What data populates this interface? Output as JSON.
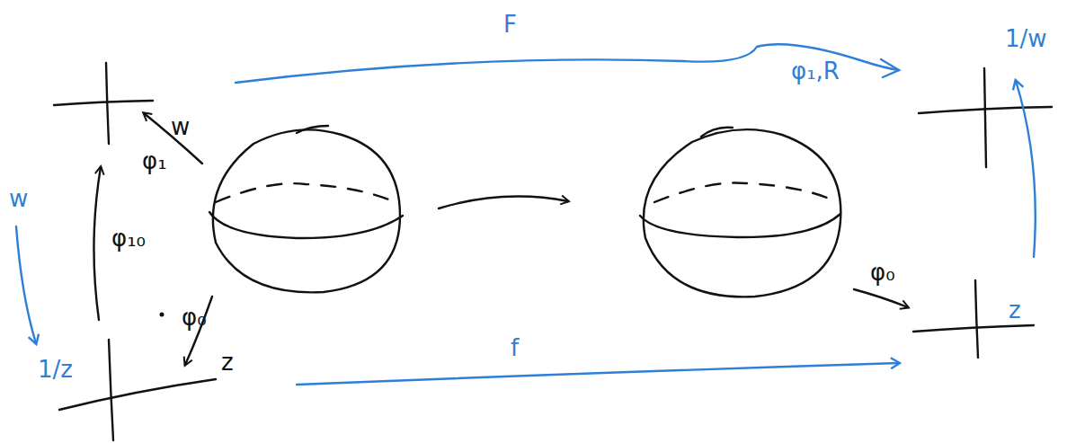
{
  "diagram": {
    "labels": [
      "F",
      "w",
      "w",
      "φ₁",
      "φ₁,R",
      "1/w",
      "φ₁₀",
      "φ₀",
      "z",
      "1/z",
      "φ₀",
      "z",
      "f"
    ]
  }
}
